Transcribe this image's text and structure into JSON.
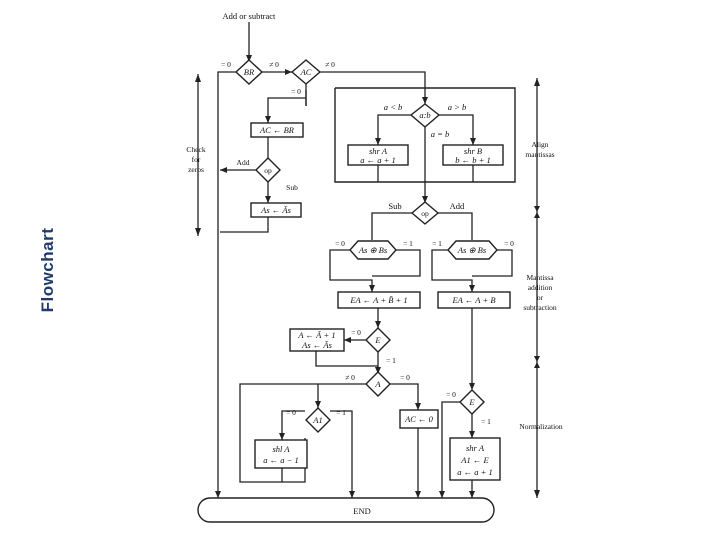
{
  "title": "Flowchart",
  "flow": {
    "start_label": "Add or subtract",
    "end_label": "END",
    "BR": {
      "label": "BR",
      "eq0": "= 0",
      "ne0": "≠ 0"
    },
    "AC": {
      "label": "AC",
      "eq0": "= 0",
      "ne0": "≠ 0"
    },
    "ac_br": "AC ← BR",
    "op1": {
      "label": "op",
      "add": "Add",
      "sub": "Sub"
    },
    "as_as": "As ← Ās",
    "ab": {
      "label": "a:b",
      "lt": "a < b",
      "gt": "a > b",
      "eq": "a = b"
    },
    "shrA": {
      "line1": "shr A",
      "line2": "a ← a + 1"
    },
    "shrB": {
      "line1": "shr B",
      "line2": "b ← b + 1"
    },
    "op2": {
      "label": "op",
      "sub": "Sub",
      "add": "Add"
    },
    "xor1": {
      "label": "As ⊕ Bs",
      "eq0": "= 0",
      "eq1": "= 1"
    },
    "xor2": {
      "label": "As ⊕ Bs",
      "eq1": "= 1",
      "eq0": "= 0"
    },
    "ea_sub": "EA ← A + B̄ + 1",
    "ea_add": "EA ← A + B",
    "comp": {
      "line1": "A ← Ā + 1",
      "line2": "As ← Ās"
    },
    "E1": {
      "label": "E",
      "eq0": "= 0",
      "eq1": "= 1"
    },
    "A": {
      "label": "A",
      "ne0": "≠ 0",
      "eq0": "= 0"
    },
    "A1": {
      "label": "A1",
      "eq0": "= 0",
      "eq1": "= 1"
    },
    "shlA": {
      "line1": "shl A",
      "line2": "a ← a − 1"
    },
    "ac_zero": "AC ← 0",
    "E2": {
      "label": "E",
      "eq0": "= 0",
      "eq1": "= 1"
    },
    "shrA2": {
      "line1": "shr A",
      "line2": "A1 ← E",
      "line3": "a ← a + 1"
    }
  },
  "sections": {
    "check": [
      "Check",
      "for",
      "zeros"
    ],
    "align": [
      "Align",
      "mantissas"
    ],
    "mantissa": [
      "Mantissa",
      "addition",
      "or",
      "subtraction"
    ],
    "normalization": "Normalization"
  }
}
